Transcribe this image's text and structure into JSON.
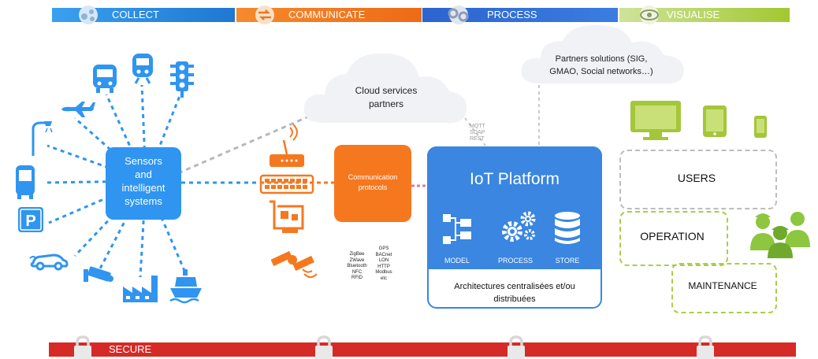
{
  "top_bar": {
    "collect": "COLLECT",
    "communicate": "COMMUNICATE",
    "process": "PROCESS",
    "visualise": "VISUALISE",
    "colors": {
      "collect": "#2e8fe0",
      "communicate": "#f47b20",
      "process": "#2f6fd6",
      "visualise": "#a4c63a"
    }
  },
  "bottom_bar": {
    "secure": "SECURE",
    "color": "#d62a26"
  },
  "sensors_node": {
    "line1": "Sensors",
    "line2": "and",
    "line3": "intelligent",
    "line4": "systems",
    "color": "#2f95f0"
  },
  "communication_node": {
    "line1": "Communication",
    "line2": "protocols",
    "color": "#f5781f"
  },
  "cloud_services": {
    "line1": "Cloud services",
    "line2": "partners"
  },
  "partners_solutions": {
    "line1": "Partners solutions (SIG,",
    "line2": "GMAO, Social networks…)"
  },
  "mqtt_labels": {
    "l1": "MQTT",
    "l2": "SOAP",
    "l3": "REST"
  },
  "protocols_list": {
    "left": [
      "ZigBee",
      "ZWave",
      "Bluetooth",
      "NFC",
      "RFID"
    ],
    "right": [
      "GPS",
      "BACnet",
      "LON",
      "HTTP",
      "Modbus",
      "etc"
    ]
  },
  "iot_platform": {
    "title": "IoT Platform",
    "model": "MODEL",
    "process": "PROCESS",
    "store": "STORE",
    "arch_line1": "Architectures centralisées et/ou",
    "arch_line2": "distribuées",
    "color": "#3a86e0"
  },
  "roles": {
    "users": "USERS",
    "operation": "OPERATION",
    "maintenance": "MAINTENANCE"
  },
  "icons": [
    "collect-icon",
    "communicate-icon",
    "process-icon",
    "visualise-icon",
    "bus-icon",
    "train-icon",
    "traffic-light-icon",
    "plane-icon",
    "street-lamp-icon",
    "truck-icon",
    "parking-icon",
    "car-icon",
    "camera-icon",
    "factory-icon",
    "ship-icon",
    "router-icon",
    "network-switch-icon",
    "circuit-board-icon",
    "satellite-icon",
    "model-icon",
    "gears-icon",
    "database-icon",
    "monitor-icon",
    "tablet-icon",
    "phone-icon",
    "people-icon",
    "lock-icon"
  ]
}
